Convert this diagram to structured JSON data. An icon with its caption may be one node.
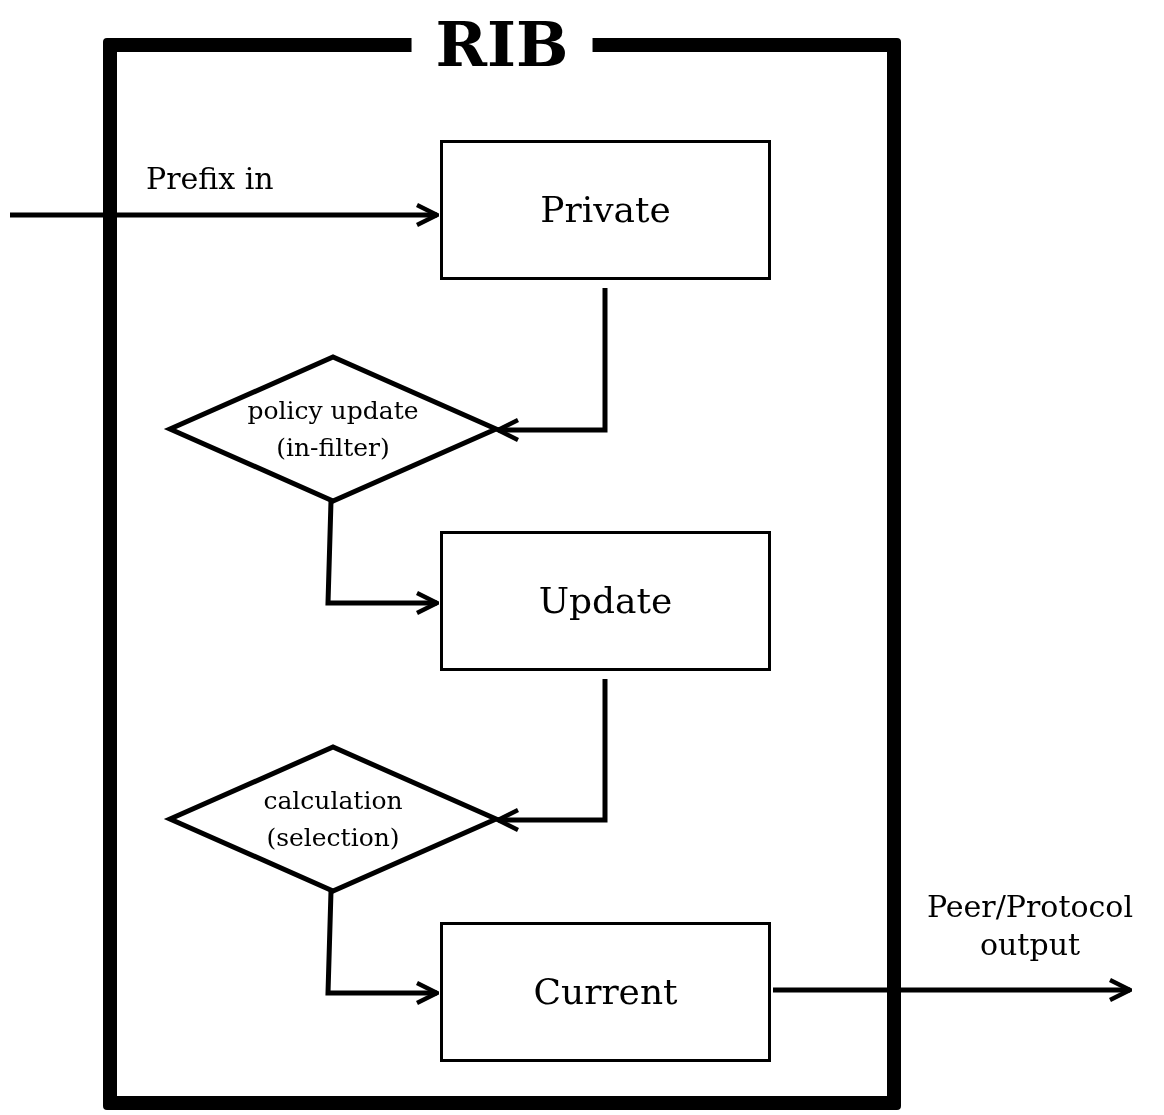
{
  "diagram": {
    "nodes": [
      {
        "text": [
          "RIB"
        ]
      },
      {
        "text": [
          "Private"
        ],
        "in": 0
      },
      {
        "text": [
          "policy update (in-filter)"
        ],
        "in": 0
      },
      {
        "text": [
          "Update"
        ],
        "in": 0
      },
      {
        "text": [
          "calculation (selection)"
        ],
        "in": 0
      },
      {
        "text": [
          "Current"
        ],
        "in": 0
      }
    ],
    "edges": [
      {
        "from": null,
        "to": 1,
        "arrow": "to",
        "label": "Prefix in"
      },
      {
        "from": 1,
        "to": 2,
        "arrow": "to"
      },
      {
        "from": 2,
        "to": 3,
        "arrow": "to"
      },
      {
        "from": 3,
        "to": 4,
        "arrow": "to"
      },
      {
        "from": 4,
        "to": 5,
        "arrow": "to"
      },
      {
        "from": 5,
        "to": null,
        "arrow": "to",
        "label": "Peer/Protocol output"
      }
    ]
  }
}
